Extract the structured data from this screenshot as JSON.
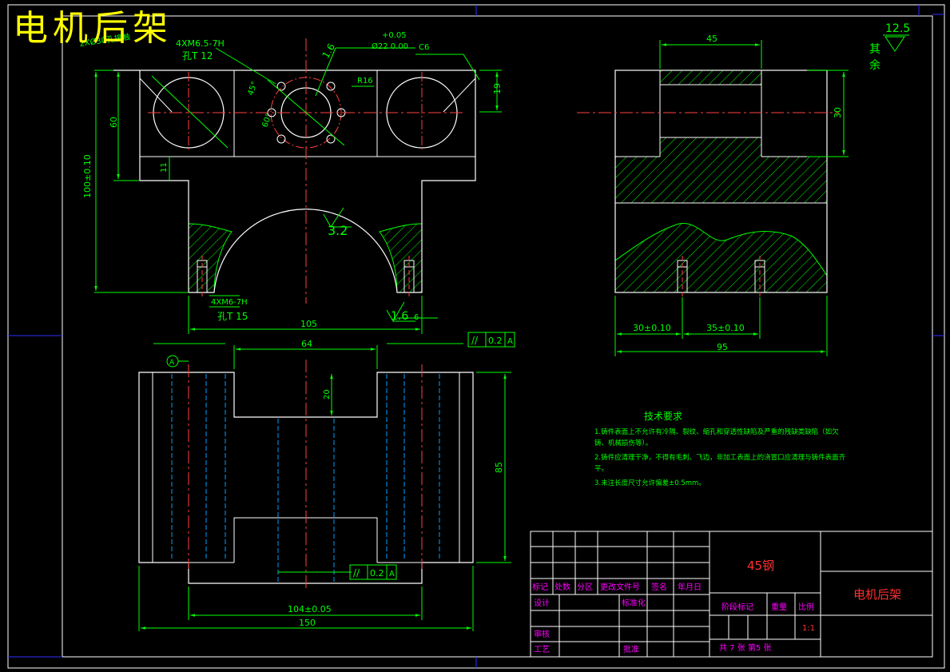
{
  "title": "电机后架",
  "colors": {
    "background": "#000000",
    "outline": "#ffffff",
    "dimension": "#00ff00",
    "center": "#ff4040",
    "hidden": "#00a0ff",
    "frame": "#3030ff",
    "title_yellow": "#ffff00",
    "block_magenta": "#ff00ff",
    "material_red": "#ff3030"
  },
  "views": {
    "front": {
      "callout_tl": "2XØ30孔接触",
      "hole_spec": "4XM6.5-7H",
      "hole_depth": "孔T 12",
      "roughness_16a": "1.6",
      "tol_upper": "+0.05",
      "bore_dim": "Ø22 0.00",
      "chamfer": "C6",
      "radius": "R16",
      "angle_45": "45°",
      "angle_60": "60°",
      "dim_19": "19",
      "dim_60": "60",
      "dim_100": "100±0.10",
      "dim_11": "11",
      "roughness_32": "3.2",
      "thread_spec": "4XM6-7H",
      "thread_depth": "孔T 15",
      "roughness_16b": "1.6",
      "dim_6": "6",
      "dim_105": "105"
    },
    "side": {
      "dim_45": "45",
      "dim_30": "30",
      "dim_30b": "30±0.10",
      "dim_35": "35±0.10",
      "dim_95": "95"
    },
    "top": {
      "datum": "A",
      "dim_64": "64",
      "dim_20": "20",
      "dim_85": "85",
      "tol_sym": "//",
      "tol_value": "0.2",
      "tol_datum": "A",
      "dim_104": "104±0.05",
      "dim_150": "150"
    }
  },
  "roughness_note": {
    "value": "12.5",
    "label_1": "其",
    "label_2": "余"
  },
  "tech_requirements": {
    "heading": "技术要求",
    "line1": "1.铸件表面上不允许有冷隔、裂纹、缩孔和穿透性缺陷及严重的残缺类缺陷（如欠",
    "line1b": "铸、机械损伤等）。",
    "line2": "2.铸件应清理干净，不得有毛刺、飞边，非加工表面上的浇冒口应清理与铸件表面齐",
    "line2b": "平。",
    "line3": "3.未注长度尺寸允许偏差±0.5mm。"
  },
  "title_block": {
    "material": "45钢",
    "name": "电机后架",
    "headers": [
      "标记",
      "处数",
      "分区",
      "更改文件号",
      "签名",
      "年月日"
    ],
    "design": "设计",
    "standard": "标准化",
    "stage_mark": "阶段标记",
    "weight": "重量",
    "scale": "比例",
    "scale_value": "1:1",
    "review": "审核",
    "process": "工艺",
    "approve": "批准",
    "sheet_info": "共 7 张  第5 张"
  }
}
